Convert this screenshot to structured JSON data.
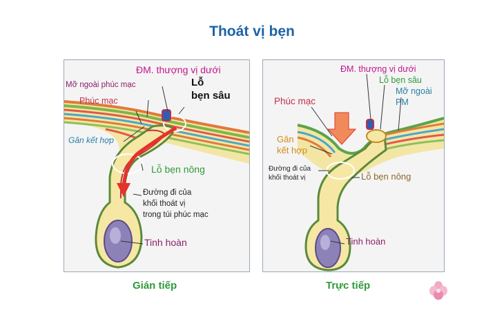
{
  "title": "Thoát vị bẹn",
  "left_panel": {
    "caption": "Gián tiếp",
    "labels": {
      "artery": "ĐM. thượng vị dưới",
      "extraperitoneal_fat": "Mỡ ngoài phúc mạc",
      "deep_ring_1": "Lỗ",
      "deep_ring_2": "bẹn sâu",
      "peritoneum": "Phúc mạc",
      "conjoint_tendon": "Gân kết hợp",
      "superficial_ring": "Lỗ bẹn nông",
      "hernia_path_1": "Đường đi của",
      "hernia_path_2": "khối thoát vị",
      "hernia_path_3": "trong túi phúc mạc",
      "testis": "Tinh hoàn"
    }
  },
  "right_panel": {
    "caption": "Trực tiếp",
    "labels": {
      "artery": "ĐM. thượng vị dưới",
      "deep_ring": "Lỗ bẹn sâu",
      "extraperitoneal_fat_1": "Mỡ ngoài",
      "extraperitoneal_fat_2": "PM",
      "peritoneum": "Phúc mạc",
      "conjoint_tendon_1": "Gân",
      "conjoint_tendon_2": "kết hợp",
      "hernia_path_1": "Đường đi của",
      "hernia_path_2": "khối thoát vị",
      "superficial_ring": "Lỗ bẹn nông",
      "testis": "Tinh hoàn"
    }
  },
  "colors": {
    "title": "#1e63a8",
    "caption": "#2f9a3a",
    "artery_label": "#c3158c",
    "peritoneum_label": "#c0304a",
    "conjoint_label": "#2a7fa5",
    "ring_label": "#2f9a3a",
    "testis_label": "#8a1f6a",
    "cord_fill": "#f6e7a4",
    "testis_fill": "#8d82b8"
  }
}
